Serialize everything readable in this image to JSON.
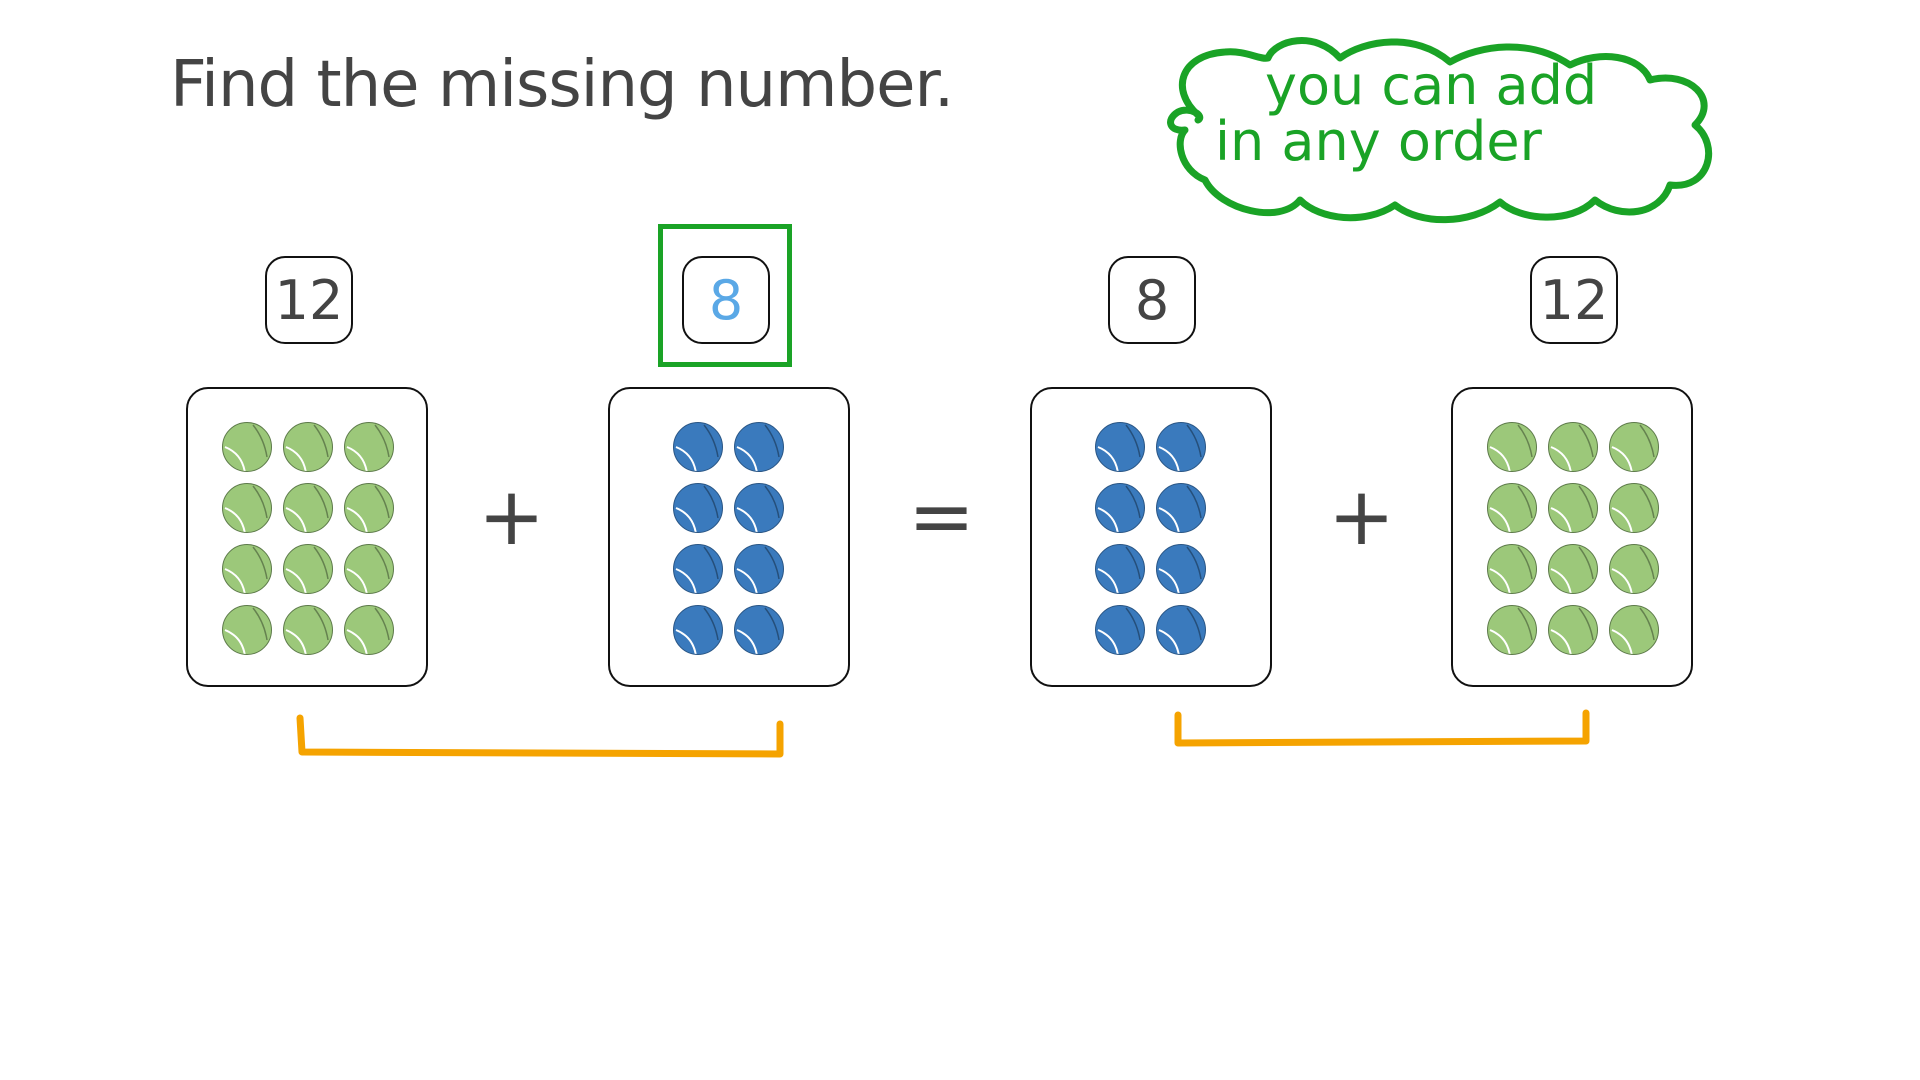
{
  "title": "Find the missing number.",
  "hint": {
    "line1": "you can add",
    "line2": "in any order",
    "color": "#1aa326"
  },
  "equation": {
    "terms": [
      {
        "label": "12",
        "count": 12,
        "ball_color": "green",
        "columns": 3
      },
      {
        "label": "8",
        "count": 8,
        "ball_color": "blue",
        "columns": 2,
        "is_answer": true
      },
      {
        "label": "8",
        "count": 8,
        "ball_color": "blue",
        "columns": 2
      },
      {
        "label": "12",
        "count": 12,
        "ball_color": "green",
        "columns": 3
      }
    ],
    "operators": [
      "+",
      "=",
      "+"
    ]
  },
  "colors": {
    "answer_text": "#5aa8e6",
    "highlight_border": "#1aa326",
    "bracket": "#f5a300",
    "green_ball": "#9cc87a",
    "blue_ball": "#3a7abd",
    "ink": "#444444"
  }
}
